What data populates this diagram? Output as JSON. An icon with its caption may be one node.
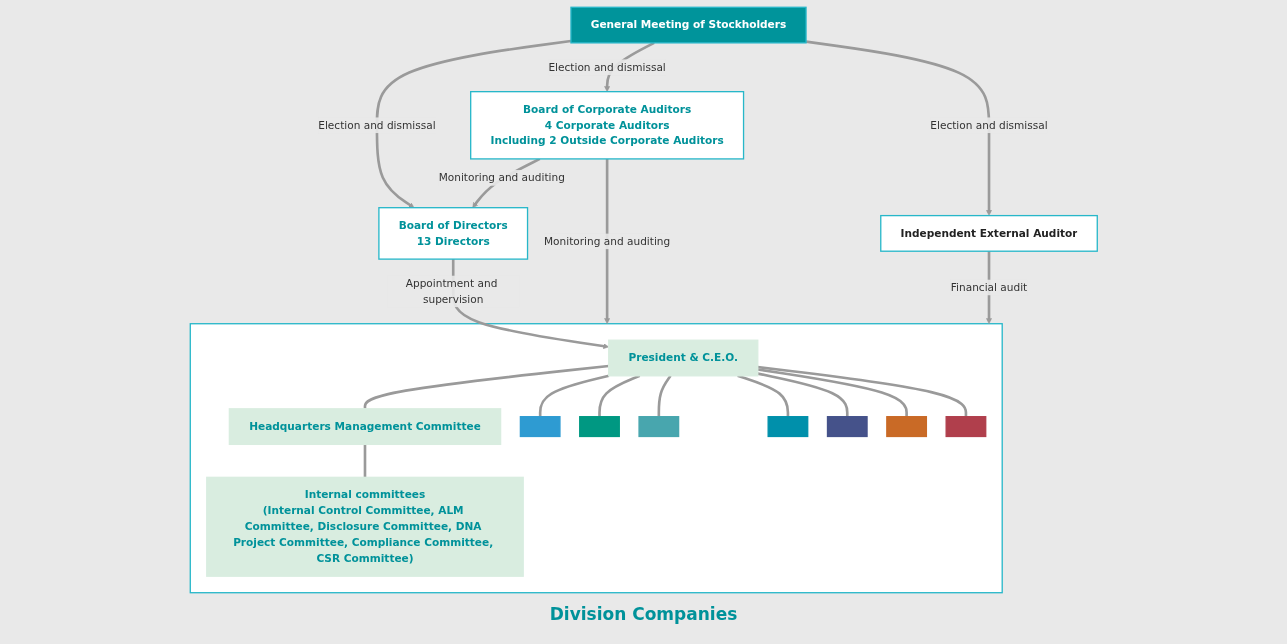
{
  "diagram": {
    "nodes": [
      {
        "text": [
          "General Meeting of Stockholders"
        ]
      },
      {
        "text": [
          "Board of Directors",
          "13 Directors"
        ]
      },
      {
        "text": [
          "Board of Corporate Auditors",
          "4 Corporate Auditors",
          "Including 2 Outside Corporate Auditors"
        ]
      },
      {
        "text": [],
        "shape": "box"
      },
      {
        "text": [
          "President & C.E.O."
        ],
        "in": 3
      },
      {
        "text": [
          "Headquarters Management Committee"
        ],
        "in": 3
      },
      {
        "text": [
          "Internal committees",
          "(Internal Control Committee, ALM Committee, Disclosure Committee, DNA Project Committee, Compliance Committee, CSR Committee)"
        ],
        "in": 3
      },
      {
        "text": [],
        "shape": "box",
        "in": 3
      },
      {
        "text": [],
        "shape": "box",
        "in": 3
      },
      {
        "text": [],
        "shape": "box",
        "in": 3
      },
      {
        "text": [],
        "shape": "box",
        "in": 3
      },
      {
        "text": [],
        "shape": "box",
        "in": 3
      },
      {
        "text": [],
        "shape": "box",
        "in": 3
      },
      {
        "text": [],
        "shape": "box",
        "in": 3
      },
      {
        "text": [
          "Independent External Auditor"
        ]
      }
    ],
    "edges": [
      {
        "from": 0,
        "to": 1,
        "arrow": "to",
        "label": "Election and dismissal"
      },
      {
        "from": 0,
        "to": 2,
        "arrow": "to",
        "label": "Election and dismissal"
      },
      {
        "from": 2,
        "to": 1,
        "arrow": "to",
        "label": "Monitoring and auditing"
      },
      {
        "from": 1,
        "to": 4,
        "arrow": "to",
        "label": "Appointment and supervision"
      },
      {
        "from": 2,
        "to": 3,
        "arrow": "to",
        "label": "Monitoring and auditing"
      },
      {
        "from": 0,
        "to": 14,
        "arrow": "to",
        "label": "Election and dismissal"
      },
      {
        "from": 4,
        "to": 5,
        "arrow": "none"
      },
      {
        "from": 5,
        "to": 6,
        "arrow": "none"
      },
      {
        "from": 4,
        "to": 7,
        "arrow": "none"
      },
      {
        "from": 4,
        "to": 8,
        "arrow": "none"
      },
      {
        "from": 4,
        "to": 9,
        "arrow": "none"
      },
      {
        "from": 4,
        "to": 10,
        "arrow": "none"
      },
      {
        "from": 4,
        "to": 11,
        "arrow": "none"
      },
      {
        "from": 4,
        "to": 12,
        "arrow": "none"
      },
      {
        "from": 4,
        "to": 13,
        "arrow": "none"
      },
      {
        "from": 14,
        "to": 3,
        "arrow": "to",
        "label": "Financial audit"
      }
    ],
    "labels": [
      "Division Companies"
    ]
  }
}
